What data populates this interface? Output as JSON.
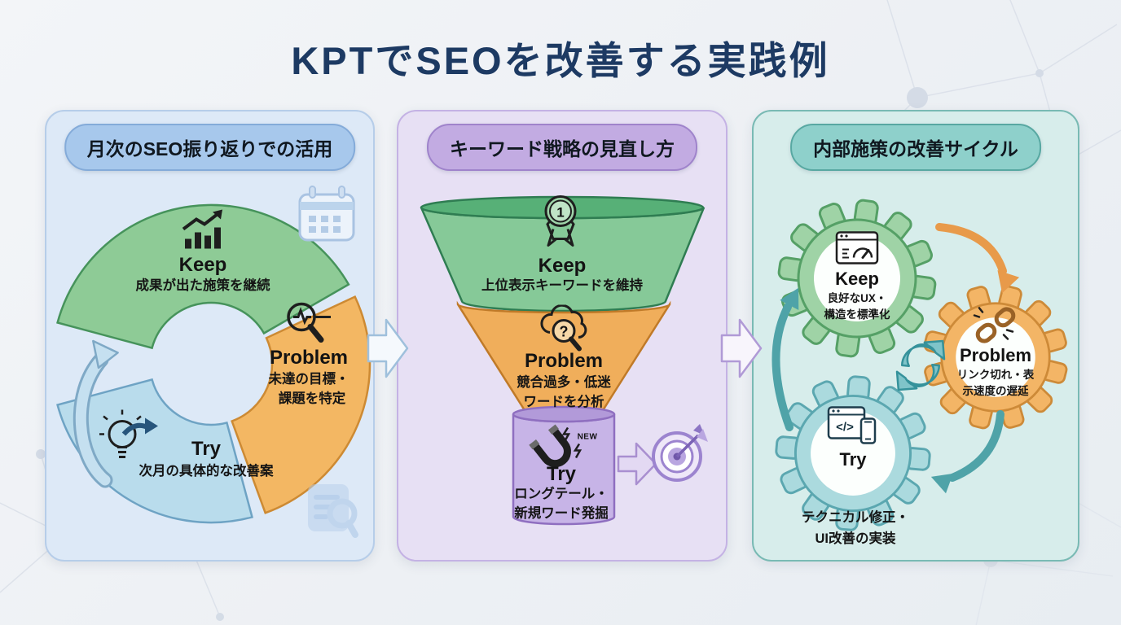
{
  "title": "KPTでSEOを改善する実践例",
  "panels": {
    "monthly": {
      "header": "月次のSEO振り返りでの活用",
      "keep": {
        "label": "Keep",
        "desc": "成果が出た施策を継続"
      },
      "problem": {
        "label": "Problem",
        "desc1": "未達の目標・",
        "desc2": "課題を特定"
      },
      "try": {
        "label": "Try",
        "desc": "次月の具体的な改善案"
      }
    },
    "keyword": {
      "header": "キーワード戦略の見直し方",
      "keep": {
        "label": "Keep",
        "badge": "1",
        "desc": "上位表示キーワードを維持"
      },
      "problem": {
        "label": "Problem",
        "desc1": "競合過多・低迷",
        "desc2": "ワードを分析"
      },
      "try": {
        "label": "Try",
        "tag": "NEW",
        "desc1": "ロングテール・",
        "desc2": "新規ワード発掘"
      }
    },
    "internal": {
      "header": "内部施策の改善サイクル",
      "keep": {
        "label": "Keep",
        "desc1": "良好なUX・",
        "desc2": "構造を標準化"
      },
      "problem": {
        "label": "Problem",
        "desc1": "リンク切れ・表",
        "desc2": "示速度の遅延"
      },
      "try": {
        "label": "Try"
      },
      "footer1": "テクニカル修正・",
      "footer2": "UI改善の実装"
    }
  },
  "icons": {
    "code_glyph": "</>",
    "monthly_keep": "growth-bar-chart",
    "monthly_problem": "magnifier-pulse",
    "monthly_try": "lightbulb-arrow",
    "monthly_corner": "calendar",
    "keyword_keep": "ribbon-badge-1",
    "keyword_problem": "cloud-question-magnifier",
    "keyword_try": "magnet-new",
    "keyword_result": "target-dart",
    "internal_keep": "browser-speedometer",
    "internal_problem": "broken-chain-link",
    "internal_try": "code-window-mobile",
    "internal_center": "refresh-cycle"
  },
  "colors": {
    "title": "#1d3a63",
    "keep_green": "#8ecb96",
    "problem_orange": "#f3b763",
    "try_blue": "#b9dcec",
    "panel_monthly_bg": "#dde9f7",
    "panel_keyword_bg": "#e7e0f4",
    "panel_internal_bg": "#d7edeb",
    "funnel_green": "#86c998",
    "funnel_orange": "#f0ae5b",
    "funnel_purple": "#c7b4e7",
    "gear_green": "#9fd3a6",
    "gear_orange": "#f3b566",
    "gear_teal": "#abdade"
  }
}
